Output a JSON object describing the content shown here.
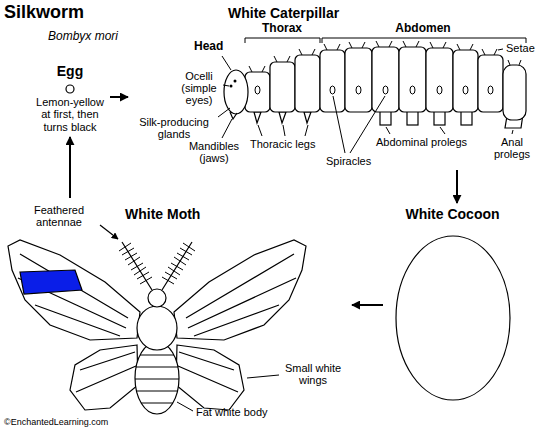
{
  "diagram": {
    "title": "Silkworm",
    "nodes": [
      {
        "text": [
          "Egg",
          "Lemon-yellow at first, then turns black"
        ]
      },
      {
        "text": [
          "White Caterpillar"
        ]
      },
      {
        "text": [
          "White Cocoon"
        ]
      },
      {
        "text": [
          "White Moth"
        ]
      }
    ],
    "edges": [
      {
        "from": 0,
        "to": 1,
        "arrow": "to"
      },
      {
        "from": 1,
        "to": 2,
        "arrow": "to"
      },
      {
        "from": 2,
        "to": 3,
        "arrow": "to"
      },
      {
        "from": 3,
        "to": 0,
        "arrow": "to"
      }
    ],
    "labels": [
      "Bombyx mori",
      "Head",
      "Thorax",
      "Abdomen",
      "Setae",
      "Ocelli (simple eyes)",
      "Silk-producing glands",
      "Mandibles (jaws)",
      "Thoracic legs",
      "Spiracles",
      "Abdominal prolegs",
      "Anal prolegs",
      "Feathered antennae",
      "Small white wings",
      "Fat white body",
      "©EnchantedLearning.com"
    ]
  }
}
